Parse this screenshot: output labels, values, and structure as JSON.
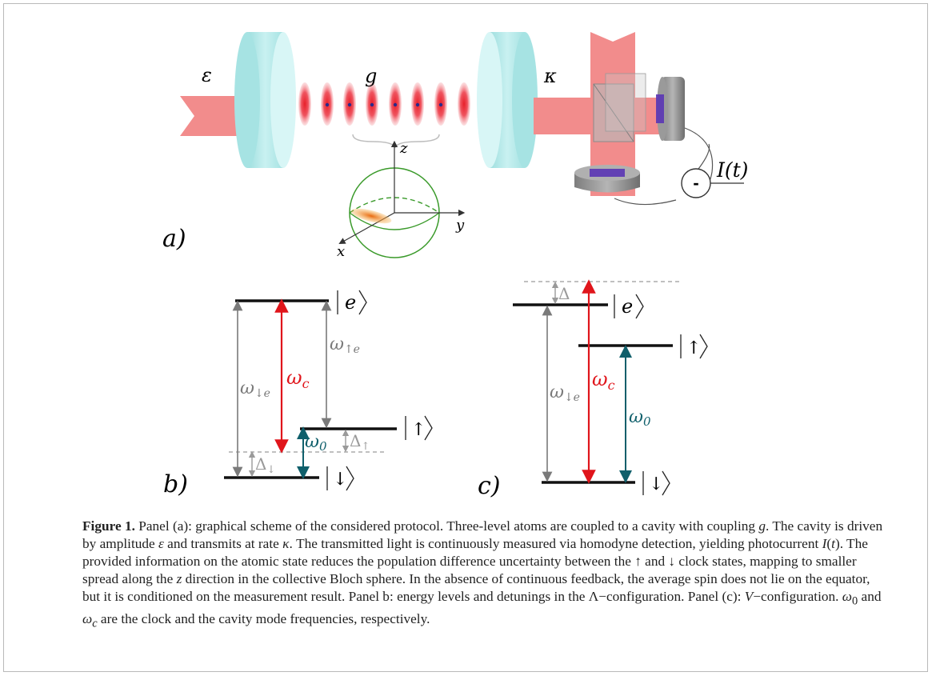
{
  "panel_a": {
    "label": "a)",
    "drive_symbol": "ε",
    "coupling_symbol": "g",
    "decay_symbol": "κ",
    "photocurrent_label": "I(t)",
    "detector_sign": "-",
    "axes": {
      "x": "x",
      "y": "y",
      "z": "z"
    }
  },
  "panel_b": {
    "label": "b)",
    "level_e": "e",
    "level_up": "↑",
    "level_down": "↓",
    "omega_down_e": "ω",
    "omega_down_e_sub": "↓e",
    "omega_c": "ω",
    "omega_c_sub": "c",
    "omega_up_e": "ω",
    "omega_up_e_sub": "↑e",
    "omega_0": "ω",
    "omega_0_sub": "0",
    "delta_down": "Δ",
    "delta_down_sub": "↓",
    "delta_up": "Δ",
    "delta_up_sub": "↑"
  },
  "panel_c": {
    "label": "c)",
    "level_e": "e",
    "level_up": "↑",
    "level_down": "↓",
    "delta": "Δ",
    "omega_down_e": "ω",
    "omega_down_e_sub": "↓e",
    "omega_c": "ω",
    "omega_c_sub": "c",
    "omega_0": "ω",
    "omega_0_sub": "0"
  },
  "colors": {
    "beam": "#f28c8c",
    "mirror": "#b8ecec",
    "red_arrow": "#e0151b",
    "teal_arrow": "#0f5f6b",
    "grey_arrow": "#7a7a7a",
    "sphere": "#3a9a2a"
  },
  "caption": {
    "figure_label": "Figure 1.",
    "s1": " Panel (a): graphical scheme of the considered protocol. Three-level atoms are coupled to a cavity with coupling ",
    "g": "g",
    "s2": ". The cavity is driven by amplitude ",
    "eps": "ε",
    "s3": " and transmits at rate ",
    "kappa": "κ",
    "s4": ". The transmitted light is continuously measured via homodyne detection, yielding photocurrent ",
    "It": "I",
    "s5": "(",
    "t": "t",
    "s6": "). The provided information on the atomic state reduces the population difference uncertainty between the ↑ and ↓ clock states, mapping to smaller spread along the ",
    "z": "z",
    "s7": " direction in the collective Bloch sphere. In the absence of continuous feedback, the average spin does not lie on the equator, but it is conditioned on the measurement result. Panel b: energy levels and detunings in the Λ−configuration. Panel (c): ",
    "V": "V",
    "s8": "−configuration. ",
    "w0": "ω",
    "w0sub": "0",
    "s9": " and ",
    "wc": "ω",
    "wcsub": "c",
    "s10": " are the clock and the cavity mode frequencies, respectively."
  }
}
